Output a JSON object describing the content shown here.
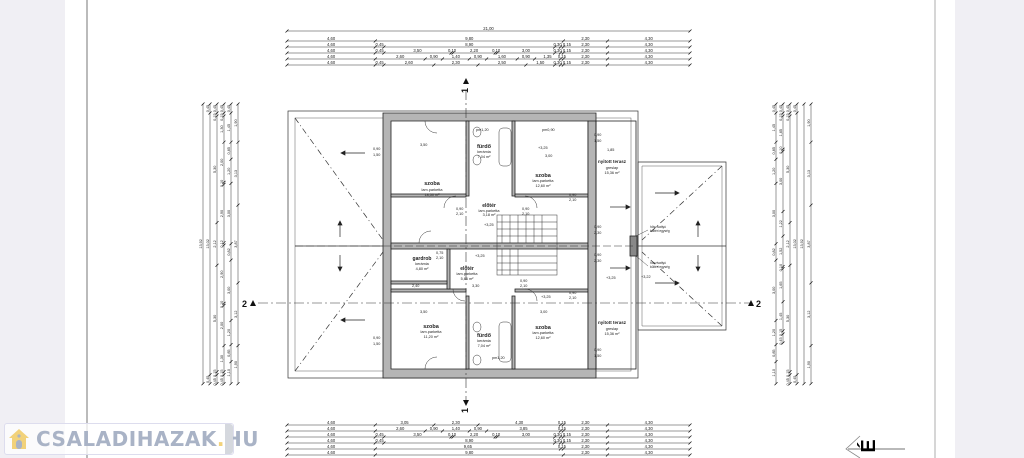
{
  "viewer": {
    "watermark_text": "CSALADIHAZAK",
    "watermark_suffix": "HU",
    "watermark_dot": "."
  },
  "colors": {
    "wall_fill": "#b5b5b5",
    "line": "#222222",
    "background": "#f0eff4",
    "watermark": "#a9b3c6",
    "watermark_accent": "#f2d27a"
  },
  "dimensions": {
    "top": [
      [
        21.0
      ],
      [
        4.6,
        9.8,
        2.3,
        4.3
      ],
      [
        4.6,
        0.45,
        8.9,
        0.3,
        0.15,
        2.3,
        4.3
      ],
      [
        4.6,
        0.45,
        3.5,
        0.1,
        2.2,
        0.1,
        3.0,
        0.3,
        0.15,
        2.3,
        4.3
      ],
      [
        4.6,
        2.6,
        0.9,
        1.4,
        0.9,
        1.6,
        0.9,
        1.35,
        0.15,
        2.3,
        4.3
      ],
      [
        4.6,
        0.45,
        2.6,
        2.3,
        2.5,
        1.5,
        0.3,
        0.15,
        2.3,
        4.3
      ]
    ],
    "bottom": [
      [
        4.6,
        3.05,
        2.3,
        4.3,
        0.15,
        2.3,
        4.3
      ],
      [
        4.6,
        2.6,
        0.9,
        1.4,
        0.9,
        3.85,
        0.15,
        2.3,
        4.3
      ],
      [
        4.6,
        0.45,
        3.5,
        0.1,
        2.2,
        0.1,
        3.0,
        0.3,
        0.15,
        2.3,
        4.3
      ],
      [
        4.6,
        0.45,
        8.9,
        0.3,
        0.15,
        2.3,
        4.3
      ],
      [
        4.6,
        9.65,
        0.15,
        2.3,
        4.3
      ],
      [
        4.6,
        9.8,
        2.3,
        4.3
      ]
    ],
    "left": [
      [
        13.92
      ],
      [
        0.45,
        13.02,
        0.45
      ],
      [
        0.45,
        0.15,
        5.3,
        2.12,
        5.3,
        0.15,
        0.45
      ],
      [
        0.45,
        0.15,
        1.3,
        2.0,
        0.1,
        2.9,
        0.12,
        2.9,
        0.1,
        2.0,
        1.3,
        0.15,
        0.45
      ],
      [
        0.45,
        1.45,
        0.85,
        1.2,
        3.0,
        0.82,
        3.0,
        1.2,
        0.85,
        1.1
      ],
      [
        1.9,
        3.13,
        3.87,
        3.12,
        1.9
      ]
    ],
    "right": [
      [
        0.45,
        1.45,
        0.85,
        1.2,
        3.0,
        0.82,
        3.0,
        1.2,
        0.85,
        1.1
      ],
      [
        0.45,
        0.15,
        1.65,
        0.1,
        3.0,
        1.22,
        1.52,
        0.1,
        1.65,
        1.45,
        0.15,
        0.45
      ],
      [
        0.45,
        0.15,
        5.3,
        2.12,
        5.3,
        0.15,
        0.45
      ],
      [
        0.45,
        13.02,
        0.45
      ],
      [
        13.92
      ],
      [
        1.9,
        3.13,
        3.87,
        3.12,
        1.9
      ]
    ]
  },
  "rooms": [
    {
      "name": "szoba",
      "floor": "lam.parketta",
      "area": "18,50 m²"
    },
    {
      "name": "fürdő",
      "floor": "kerámia",
      "area": "7,04 m²"
    },
    {
      "name": "szoba",
      "floor": "lam.parketta",
      "area": "12,60 m²"
    },
    {
      "name": "nyitott terasz",
      "floor": "greslap",
      "area": "15,36 m²"
    },
    {
      "name": "előtér",
      "floor": "lam.parketta",
      "area": "3,18 m²"
    },
    {
      "name": "gardrob",
      "floor": "kerámia",
      "area": "4,80 m²"
    },
    {
      "name": "előtér",
      "floor": "lam.parketta",
      "area": "5,66 m²"
    },
    {
      "name": "szoba",
      "floor": "lam.parketta",
      "area": "11,20 m²"
    },
    {
      "name": "fürdő",
      "floor": "kerámia",
      "area": "7,04 m²"
    },
    {
      "name": "szoba",
      "floor": "lam.parketta",
      "area": "12,60 m²"
    },
    {
      "name": "nyitott terasz",
      "floor": "greslap",
      "area": "15,36 m²"
    }
  ],
  "labels": {
    "elev_325": "+3,25",
    "elev_322": "+3,22",
    "door_w": "0,90",
    "door_h": "2,10",
    "door_w75": "0,75",
    "win_w": "0,90",
    "win_h": "1,50",
    "win_h2": "2,30",
    "sill": "pm0,90",
    "sill2": "pm1,20",
    "inner_350": "3,50",
    "inner_300": "3,00",
    "inner_185": "1,85",
    "inner_240": "2,40",
    "inner_330": "3,30",
    "heat_pump": "hőszivattyú",
    "heat_pump2": "kültéri egység",
    "section_1": "1",
    "section_2": "2",
    "north": "É"
  }
}
